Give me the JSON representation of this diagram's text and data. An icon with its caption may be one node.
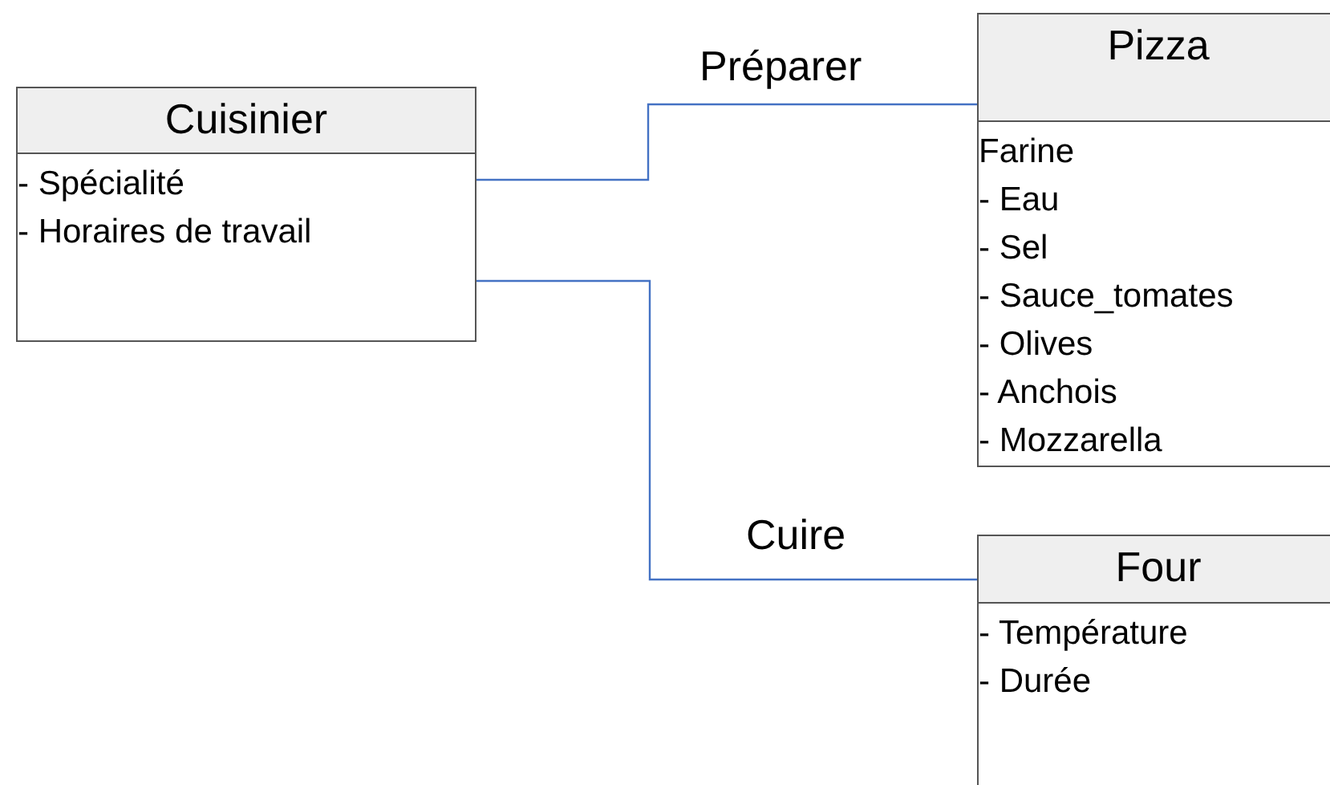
{
  "diagram": {
    "nodes": [
      {
        "text": [
          "Cuisinier",
          "- Spécialité",
          "- Horaires de travail"
        ]
      },
      {
        "text": [
          "Pizza",
          "Farine",
          "- Eau",
          "- Sel",
          "- Sauce_tomates",
          "- Olives",
          "- Anchois",
          "- Mozzarella"
        ]
      },
      {
        "text": [
          "Four",
          "- Température",
          "- Durée"
        ]
      }
    ],
    "edges": [
      {
        "from": 0,
        "to": 1,
        "arrow": "none",
        "label": "Préparer"
      },
      {
        "from": 0,
        "to": 2,
        "arrow": "none",
        "label": "Cuire"
      }
    ]
  }
}
